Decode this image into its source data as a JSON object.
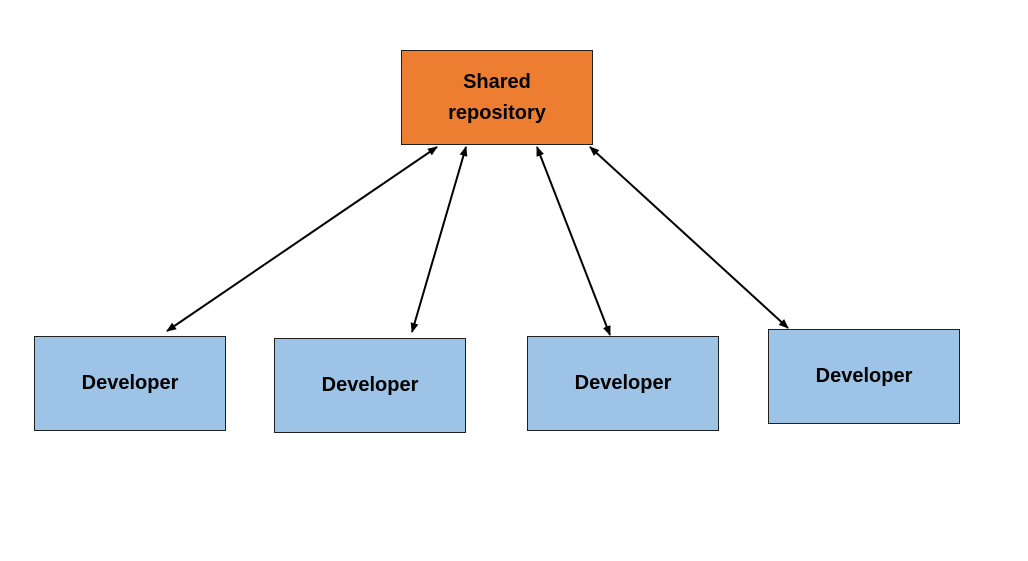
{
  "colors": {
    "repository_fill": "#ED7D31",
    "developer_fill": "#9DC3E6",
    "border": "#1f1f1f",
    "arrow": "#000000"
  },
  "repository": {
    "label": "Shared repository"
  },
  "developers": [
    {
      "label": "Developer"
    },
    {
      "label": "Developer"
    },
    {
      "label": "Developer"
    },
    {
      "label": "Developer"
    }
  ],
  "edges": [
    {
      "from": "repository",
      "to": "developer-1",
      "direction": "bidirectional"
    },
    {
      "from": "repository",
      "to": "developer-2",
      "direction": "bidirectional"
    },
    {
      "from": "repository",
      "to": "developer-3",
      "direction": "bidirectional"
    },
    {
      "from": "repository",
      "to": "developer-4",
      "direction": "bidirectional"
    }
  ]
}
